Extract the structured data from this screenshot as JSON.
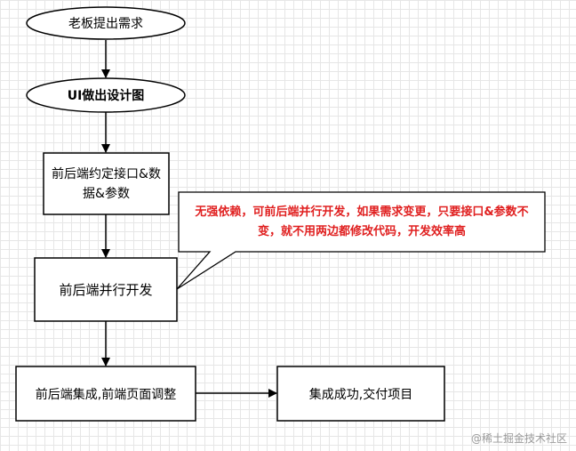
{
  "nodes": {
    "boss_request": "老板提出需求",
    "ui_design": "UI做出设计图",
    "agree_interface": "前后端约定接口&数据&参数",
    "parallel_dev": "前后端并行开发",
    "integration": "前后端集成,前端页面调整",
    "delivery": "集成成功,交付项目"
  },
  "callout": {
    "text": "无强依赖，可前后端并行开发，如果需求变更，只要接口&参数不 变，就不用两边都修改代码，开发效率高",
    "color": "#e02020"
  },
  "watermark": "@稀土掘金技术社区"
}
